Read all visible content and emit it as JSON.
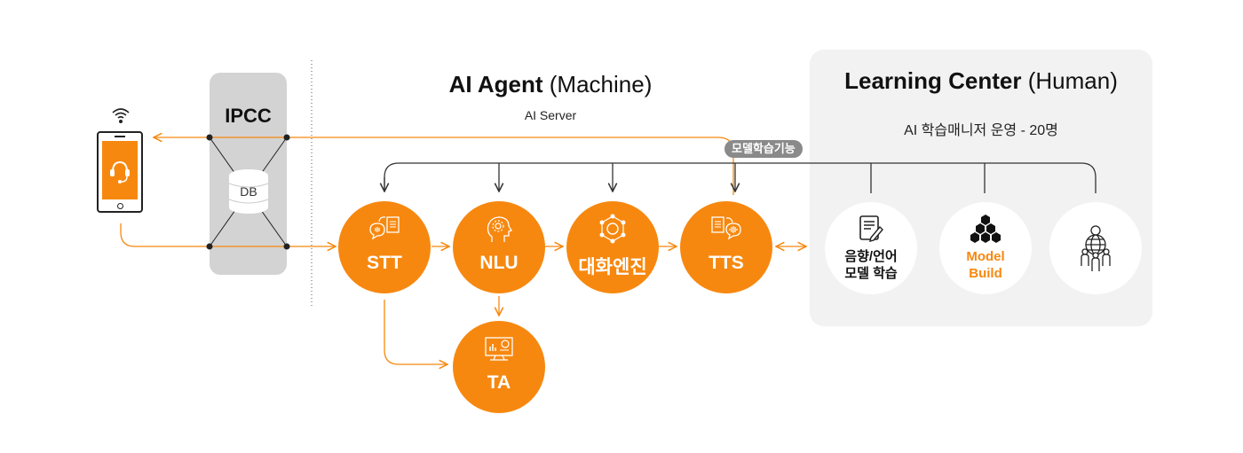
{
  "colors": {
    "accent": "#f7880f",
    "line_dark": "#333333",
    "panel_gray": "#f2f2f2",
    "ipcc_gray": "#d3d3d3",
    "badge_gray": "#8a8a8a"
  },
  "client": {
    "device": "smartphone",
    "icons": [
      "wifi-icon",
      "headset-icon"
    ]
  },
  "ipcc": {
    "title": "IPCC",
    "db_label": "DB"
  },
  "ai_agent": {
    "title_bold": "AI Agent",
    "title_rest": " (Machine)",
    "subtitle": "AI Server",
    "feedback_badge": "모델학습기능",
    "nodes": [
      {
        "id": "stt",
        "label": "STT",
        "icon": "speech-to-text-icon"
      },
      {
        "id": "nlu",
        "label": "NLU",
        "icon": "head-gear-icon"
      },
      {
        "id": "dialog",
        "label": "대화엔진",
        "icon": "network-chat-icon"
      },
      {
        "id": "tts",
        "label": "TTS",
        "icon": "text-to-speech-icon"
      },
      {
        "id": "ta",
        "label": "TA",
        "icon": "monitor-analytics-icon"
      }
    ]
  },
  "learning_center": {
    "title_bold": "Learning Center",
    "title_rest": " (Human)",
    "subtitle": "AI 학습매니저 운영 - 20명",
    "nodes": [
      {
        "id": "acoustic",
        "label_line1": "음향/언어",
        "label_line2": "모델 학습",
        "icon": "document-edit-icon",
        "label_color": "#111111"
      },
      {
        "id": "model-build",
        "label_line1": "Model",
        "label_line2": "Build",
        "icon": "hexagon-cluster-icon",
        "label_color": "#f7880f"
      },
      {
        "id": "managers",
        "label_line1": "",
        "label_line2": "",
        "icon": "global-team-icon",
        "label_color": "#111111"
      }
    ]
  }
}
